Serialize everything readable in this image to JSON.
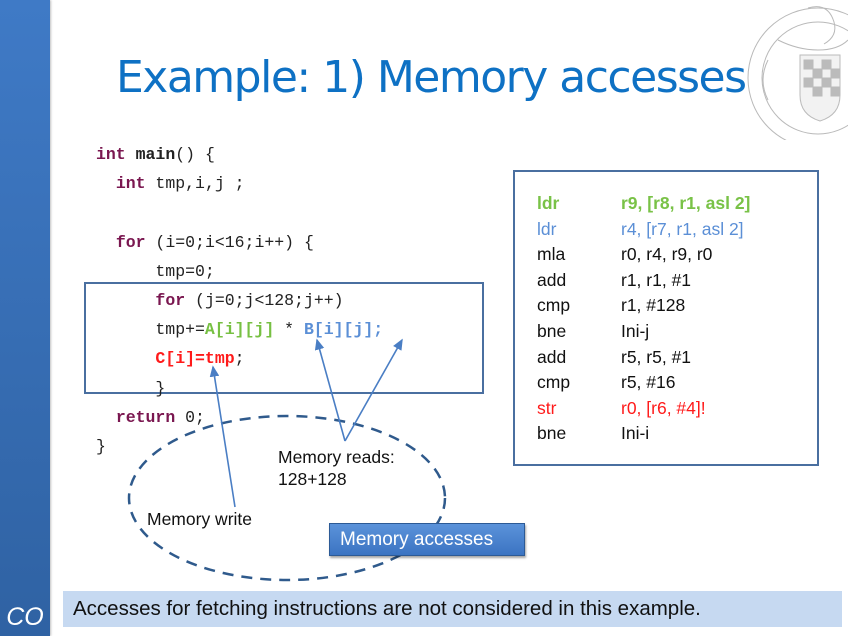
{
  "slide": {
    "title": "Example: 1) Memory accesses",
    "sidebar_label": "CO",
    "footer_note": "Accesses for fetching instructions are not considered in this example."
  },
  "code": {
    "lines": [
      {
        "parts": [
          {
            "t": "int",
            "c": "kw"
          },
          {
            "t": " "
          },
          {
            "t": "main",
            "c": "fn"
          },
          {
            "t": "() {"
          }
        ]
      },
      {
        "parts": [
          {
            "t": "  "
          },
          {
            "t": "int",
            "c": "kw"
          },
          {
            "t": " tmp,i,j ;"
          }
        ]
      },
      {
        "parts": [
          {
            "t": ""
          }
        ]
      },
      {
        "parts": [
          {
            "t": "  "
          },
          {
            "t": "for",
            "c": "kw"
          },
          {
            "t": " (i=0;i<16;i++) {"
          }
        ]
      },
      {
        "parts": [
          {
            "t": "      tmp=0;"
          }
        ]
      },
      {
        "parts": [
          {
            "t": "      "
          },
          {
            "t": "for",
            "c": "kw"
          },
          {
            "t": " (j=0;j<128;j++)"
          }
        ]
      },
      {
        "parts": [
          {
            "t": "      tmp+="
          },
          {
            "t": "A[i][j]",
            "c": "g"
          },
          {
            "t": " * "
          },
          {
            "t": "B[i][j];",
            "c": "b"
          }
        ]
      },
      {
        "parts": [
          {
            "t": "      "
          },
          {
            "t": "C[i]=tmp",
            "c": "r"
          },
          {
            "t": ";"
          }
        ]
      },
      {
        "parts": [
          {
            "t": "      }"
          }
        ]
      },
      {
        "parts": [
          {
            "t": "  "
          },
          {
            "t": "return",
            "c": "kw"
          },
          {
            "t": " 0;"
          }
        ]
      },
      {
        "parts": [
          {
            "t": "}"
          }
        ]
      }
    ]
  },
  "assembly": [
    {
      "op": "ldr",
      "args": "r9, [r8, r1, asl 2]",
      "style": "green"
    },
    {
      "op": "ldr",
      "args": "r4, [r7, r1, asl 2]",
      "style": "blue"
    },
    {
      "op": "mla",
      "args": "r0, r4, r9, r0",
      "style": "plain"
    },
    {
      "op": "add",
      "args": "r1, r1, #1",
      "style": "plain"
    },
    {
      "op": "cmp",
      "args": "r1, #128",
      "style": "plain"
    },
    {
      "op": "bne",
      "args": "Ini-j",
      "style": "plain"
    },
    {
      "op": "add",
      "args": "r5, r5, #1",
      "style": "plain"
    },
    {
      "op": "cmp",
      "args": "r5, #16",
      "style": "plain"
    },
    {
      "op": "str",
      "args": "r0, [r6, #4]!",
      "style": "red"
    },
    {
      "op": "bne",
      "args": "Ini-i",
      "style": "plain"
    }
  ],
  "annotations": {
    "memory_reads_line1": "Memory reads:",
    "memory_reads_line2": "128+128",
    "memory_write": "Memory write",
    "memory_accesses_button": "Memory accesses"
  },
  "colors": {
    "title": "#0e71c4",
    "keyword": "#7a1750",
    "read_a": "#77c043",
    "read_b": "#5b8fd6",
    "write": "#ff1a1a",
    "box_border": "#4a6fa0",
    "footer_bg": "#c6d9f1",
    "sidebar": "#3a70b8"
  },
  "logo": {
    "icon": "university-crest-icon"
  }
}
